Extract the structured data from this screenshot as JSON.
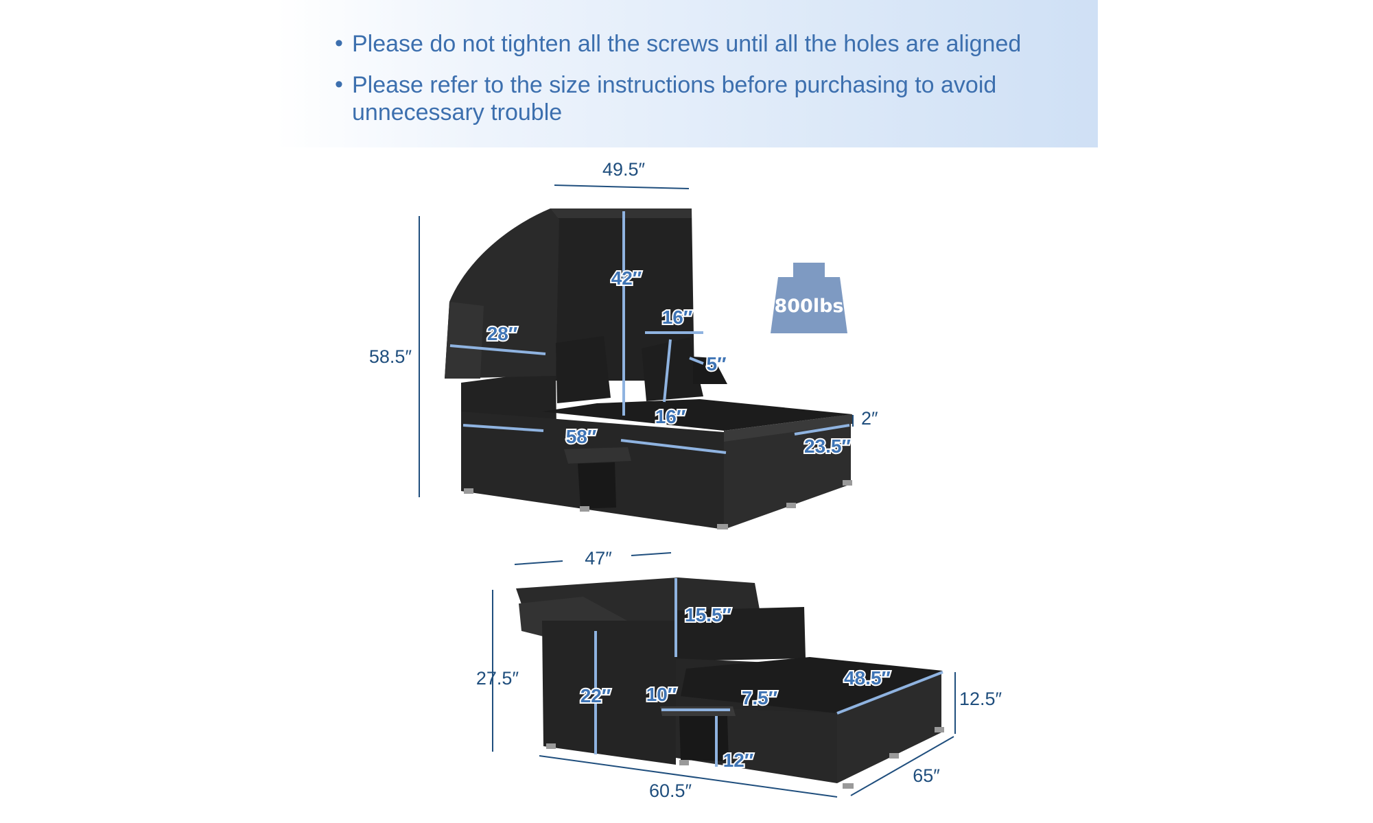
{
  "notes": [
    {
      "bullet": "•",
      "text": "Please do not tighten all the screws until all the holes are aligned"
    },
    {
      "bullet": "•",
      "text": "Please refer to the size instructions before purchasing to avoid\nunnecessary trouble"
    }
  ],
  "weight_badge": {
    "label": "800lbs",
    "color": "#7e9ac2"
  },
  "top_view": {
    "width_top": "49.5″",
    "total_height": "58.5″",
    "canopy_height": "42″",
    "canopy_depth": "28″",
    "pillow_width": "16″",
    "pillow_height": "16″",
    "pillow_thickness": "5″",
    "cushion_thickness": "2″",
    "seat_depth": "23.5″",
    "seat_width": "58″"
  },
  "bottom_view": {
    "width_top": "47″",
    "height": "27.5″",
    "back_height": "15.5″",
    "seat_height": "22″",
    "table_width": "10″",
    "table_depth": "7.5″",
    "table_height": "12″",
    "bed_width": "48.5″",
    "bed_height": "12.5″",
    "length": "60.5″",
    "depth": "65″"
  },
  "colors": {
    "accent_text": "#3c6fae",
    "dimension_line": "#1f4e7d",
    "furniture": "#262626"
  }
}
